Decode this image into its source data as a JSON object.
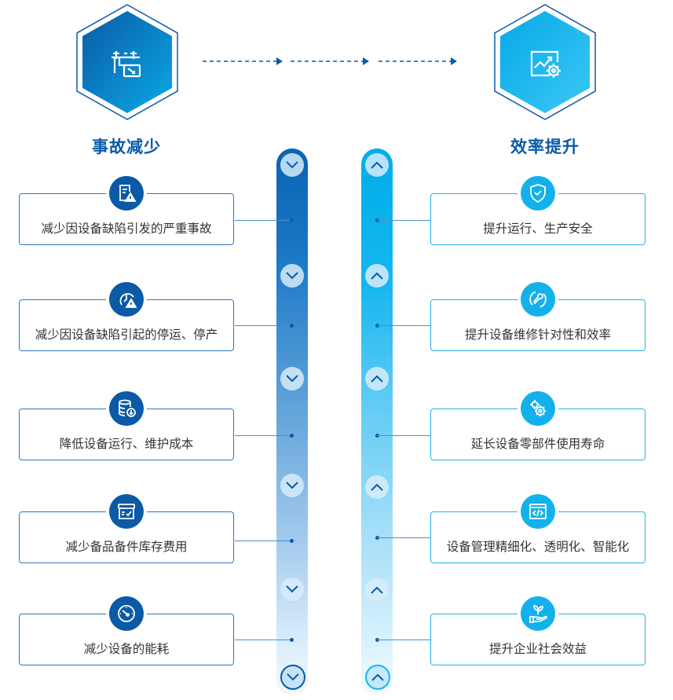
{
  "diagram": {
    "left_column": {
      "title": "事故减少",
      "hex_icon": "power-line-monitor-icon",
      "items": [
        {
          "label": "减少因设备缺陷引发的严重事故",
          "icon": "document-warning-icon"
        },
        {
          "label": "减少因设备缺陷引起的停运、停产",
          "icon": "clock-warning-icon"
        },
        {
          "label": "降低设备运行、维护成本",
          "icon": "database-download-icon"
        },
        {
          "label": "减少备品备件库存费用",
          "icon": "box-check-icon"
        },
        {
          "label": "减少设备的能耗",
          "icon": "gauge-icon"
        }
      ],
      "chevron_direction": "down"
    },
    "right_column": {
      "title": "效率提升",
      "hex_icon": "chart-gear-icon",
      "items": [
        {
          "label": "提升运行、生产安全",
          "icon": "shield-check-icon"
        },
        {
          "label": "提升设备维修针对性和效率",
          "icon": "wrench-cycle-icon"
        },
        {
          "label": "延长设备零部件使用寿命",
          "icon": "gears-icon"
        },
        {
          "label": "设备管理精细化、透明化、智能化",
          "icon": "code-window-icon"
        },
        {
          "label": "提升企业社会效益",
          "icon": "hand-plant-icon"
        }
      ],
      "chevron_direction": "up"
    },
    "flow_arrows": {
      "count": 3,
      "direction": "right"
    },
    "colors": {
      "primary_dark": "#0a5aa6",
      "primary_light": "#13b1ec",
      "text": "#333333"
    }
  }
}
